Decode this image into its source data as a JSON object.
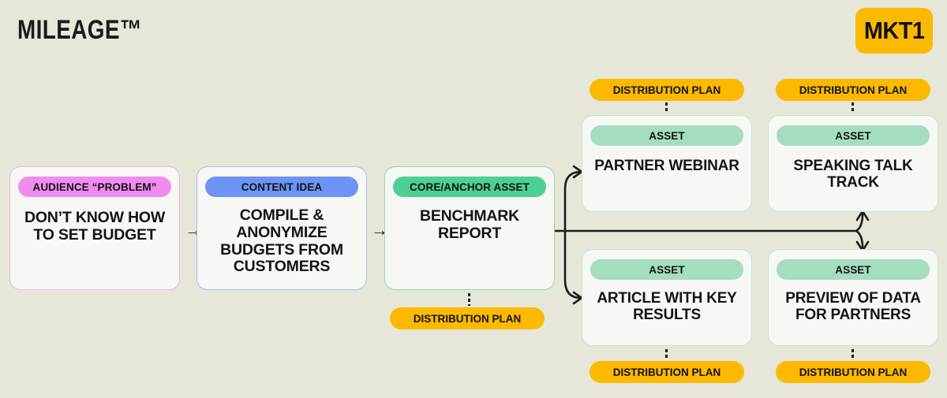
{
  "header": {
    "title": "MILEAGE™",
    "logo": "MKT1"
  },
  "colors": {
    "background": "#e6e7d9",
    "card_bg": "#f7f7f3",
    "pill_pink": "#f08bf0",
    "pill_blue": "#6d94f5",
    "pill_green": "#4cd093",
    "pill_mint": "#a5ddc1",
    "accent_orange": "#fcb900",
    "text": "#141414"
  },
  "flow": {
    "stage1": {
      "pill": "AUDIENCE “PROBLEM”",
      "title": "DON’T KNOW HOW TO SET BUDGET"
    },
    "stage2": {
      "pill": "CONTENT IDEA",
      "title": "COMPILE & ANONYMIZE BUDGETS FROM CUSTOMERS"
    },
    "stage3": {
      "pill": "CORE/ANCHOR ASSET",
      "title": "BENCHMARK REPORT",
      "distribution": "DISTRIBUTION PLAN"
    },
    "arrow_1_2": "→",
    "arrow_2_3": "→"
  },
  "assets": [
    {
      "pill": "ASSET",
      "title": "PARTNER WEBINAR",
      "distribution": "DISTRIBUTION PLAN",
      "distribution_position": "above"
    },
    {
      "pill": "ASSET",
      "title": "SPEAKING TALK TRACK",
      "distribution": "DISTRIBUTION PLAN",
      "distribution_position": "above"
    },
    {
      "pill": "ASSET",
      "title": "ARTICLE WITH KEY RESULTS",
      "distribution": "DISTRIBUTION PLAN",
      "distribution_position": "below"
    },
    {
      "pill": "ASSET",
      "title": "PREVIEW OF DATA FOR PARTNERS",
      "distribution": "DISTRIBUTION PLAN",
      "distribution_position": "below"
    }
  ]
}
